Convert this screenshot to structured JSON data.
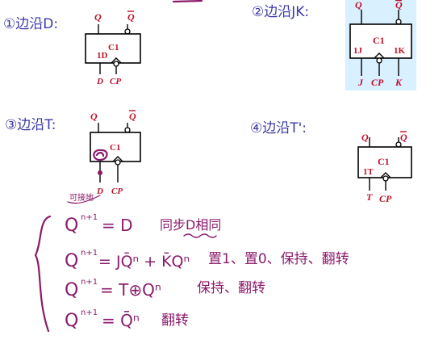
{
  "headings": {
    "d": "①边沿D:",
    "jk": "②边沿JK:",
    "t": "③边沿T:",
    "t_prime": "④边沿T':"
  },
  "pins": {
    "q": "Q",
    "qbar": "Q",
    "d": "D",
    "cp": "CP",
    "j": "J",
    "k": "K",
    "t": "T"
  },
  "box_labels": {
    "c1": "C1",
    "d_input": "1D",
    "j_input": "1J",
    "k_input": "1K",
    "t_input": "1T"
  },
  "annotations": {
    "d_note": "可接地"
  },
  "equations": [
    {
      "lhs": "Q",
      "sup": "n+1",
      "rhs": "= D",
      "note": "同步D相同"
    },
    {
      "lhs": "Q",
      "sup": "n+1",
      "rhs": "= JQ̄ⁿ + K̄Qⁿ",
      "note": "置1、置0、保持、翻转"
    },
    {
      "lhs": "Q",
      "sup": "n+1",
      "rhs": "= T⊕Qⁿ",
      "note": "保持、翻转"
    },
    {
      "lhs": "Q",
      "sup": "n+1",
      "rhs": "= Q̄ⁿ",
      "note": "翻转"
    }
  ],
  "colors": {
    "pin_label": "#c0102a",
    "handwriting": "#8b1a6b",
    "handwriting_blue": "#3a3aa8",
    "jk_panel": "#d8f0ff"
  }
}
